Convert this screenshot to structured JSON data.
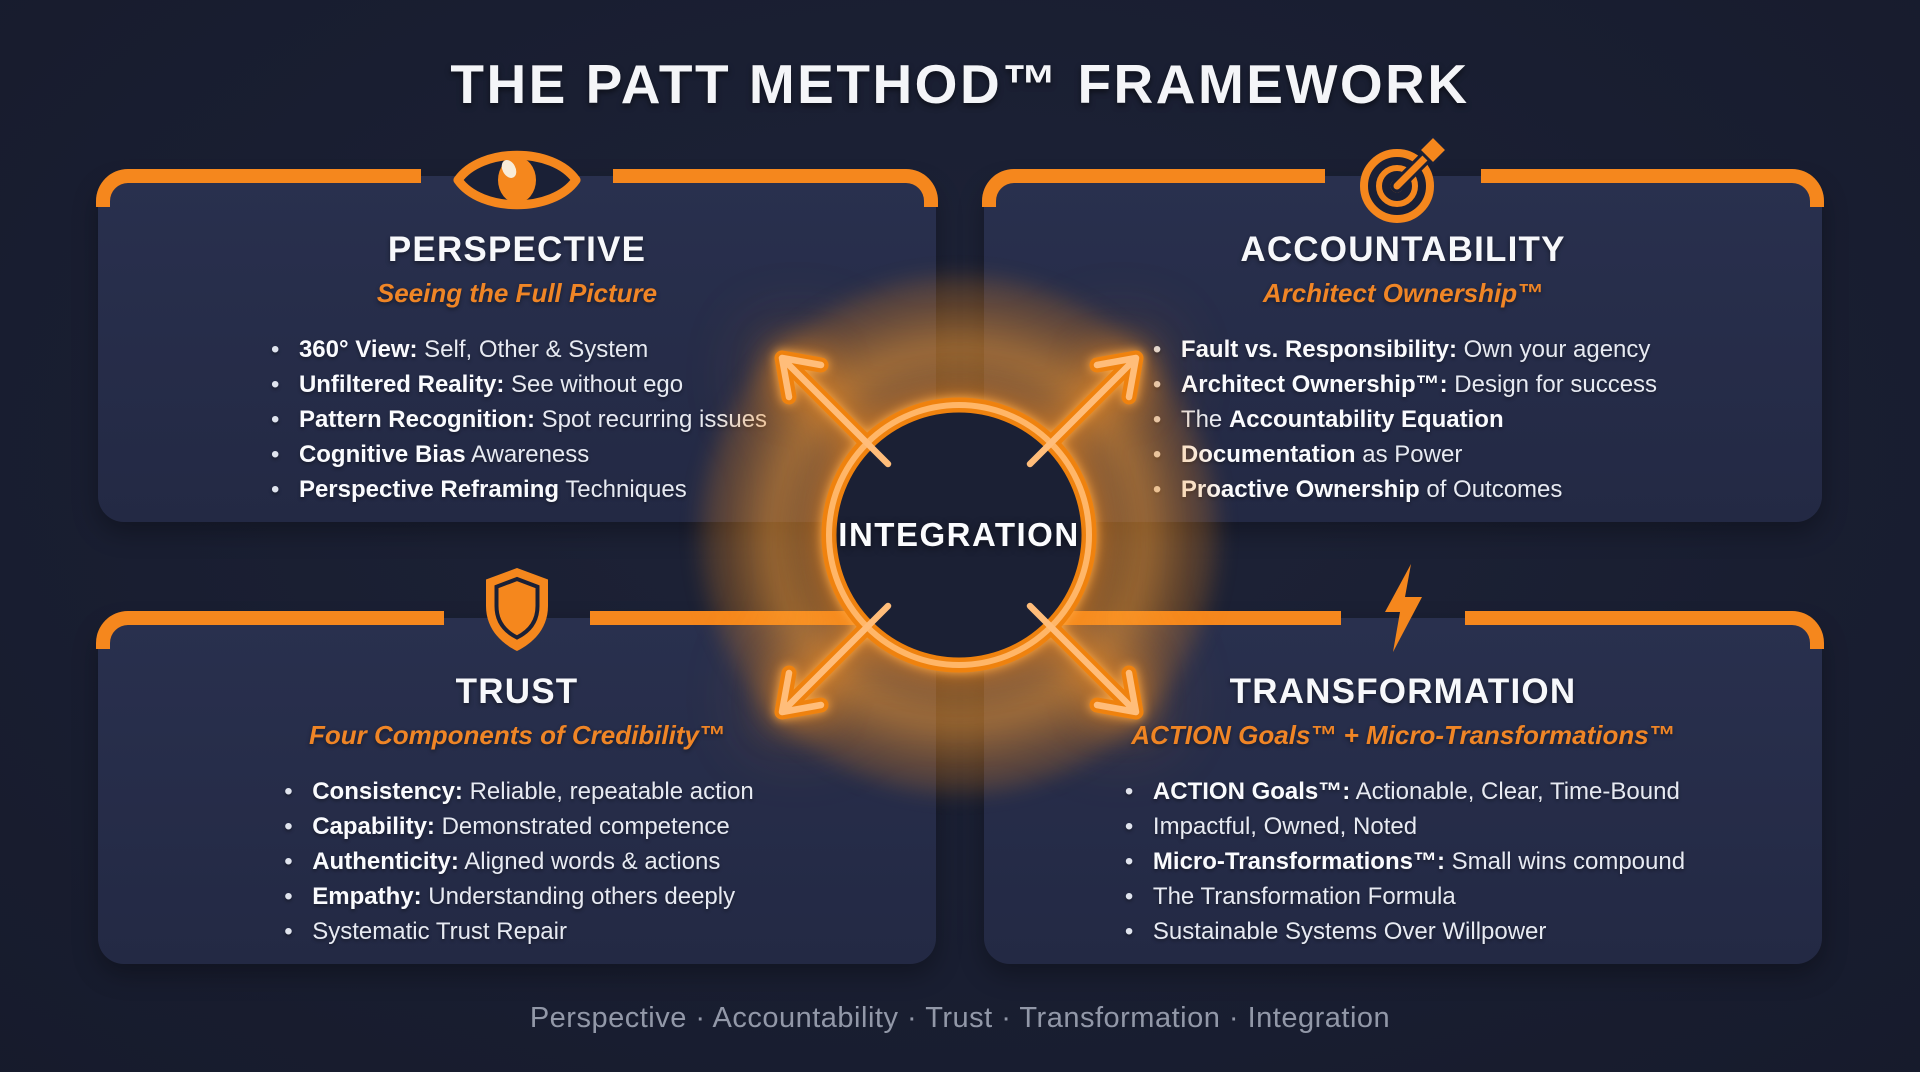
{
  "title": "THE PATT METHOD™ FRAMEWORK",
  "colors": {
    "orange": "#f5871d",
    "subtitle_orange": "#ef8526",
    "background": "#191e31",
    "card_background": "#252b45",
    "footer_gray": "#9298a8"
  },
  "center": {
    "label": "INTEGRATION",
    "icon": "four-way-arrows-icon"
  },
  "footer": "Perspective · Accountability · Trust · Transformation · Integration",
  "cards": [
    {
      "id": "perspective",
      "icon": "eye-icon",
      "title": "PERSPECTIVE",
      "subtitle": "Seeing the Full Picture",
      "bullets": [
        {
          "pre": "",
          "bold": "360° View:",
          "post": " Self, Other & System"
        },
        {
          "pre": "",
          "bold": "Unfiltered Reality:",
          "post": " See without ego"
        },
        {
          "pre": "",
          "bold": "Pattern Recognition:",
          "post": " Spot recurring issues"
        },
        {
          "pre": "",
          "bold": "Cognitive Bias",
          "post": " Awareness"
        },
        {
          "pre": "",
          "bold": "Perspective Reframing",
          "post": " Techniques"
        }
      ]
    },
    {
      "id": "accountability",
      "icon": "target-icon",
      "title": "ACCOUNTABILITY",
      "subtitle": "Architect Ownership™",
      "bullets": [
        {
          "pre": "",
          "bold": "Fault vs. Responsibility:",
          "post": " Own your agency"
        },
        {
          "pre": "",
          "bold": "Architect Ownership™:",
          "post": " Design for success"
        },
        {
          "pre": "The ",
          "bold": "Accountability Equation",
          "post": ""
        },
        {
          "pre": "",
          "bold": "Documentation",
          "post": " as Power"
        },
        {
          "pre": "",
          "bold": "Proactive Ownership",
          "post": " of Outcomes"
        }
      ]
    },
    {
      "id": "trust",
      "icon": "shield-icon",
      "title": "TRUST",
      "subtitle": "Four Components of Credibility™",
      "bullets": [
        {
          "pre": "",
          "bold": "Consistency:",
          "post": " Reliable, repeatable action"
        },
        {
          "pre": "",
          "bold": "Capability:",
          "post": " Demonstrated competence"
        },
        {
          "pre": "",
          "bold": "Authenticity:",
          "post": " Aligned words & actions"
        },
        {
          "pre": "",
          "bold": "Empathy:",
          "post": " Understanding others deeply"
        },
        {
          "pre": "Systematic Trust Repair",
          "bold": "",
          "post": ""
        }
      ]
    },
    {
      "id": "transformation",
      "icon": "lightning-icon",
      "title": "TRANSFORMATION",
      "subtitle": "ACTION Goals™ + Micro-Transformations™",
      "bullets": [
        {
          "pre": "",
          "bold": "ACTION Goals™:",
          "post": " Actionable, Clear, Time-Bound"
        },
        {
          "pre": "Impactful, Owned, Noted",
          "bold": "",
          "post": ""
        },
        {
          "pre": "",
          "bold": "Micro-Transformations™:",
          "post": " Small wins compound"
        },
        {
          "pre": "The Transformation Formula",
          "bold": "",
          "post": ""
        },
        {
          "pre": "Sustainable Systems Over Willpower",
          "bold": "",
          "post": ""
        }
      ]
    }
  ]
}
